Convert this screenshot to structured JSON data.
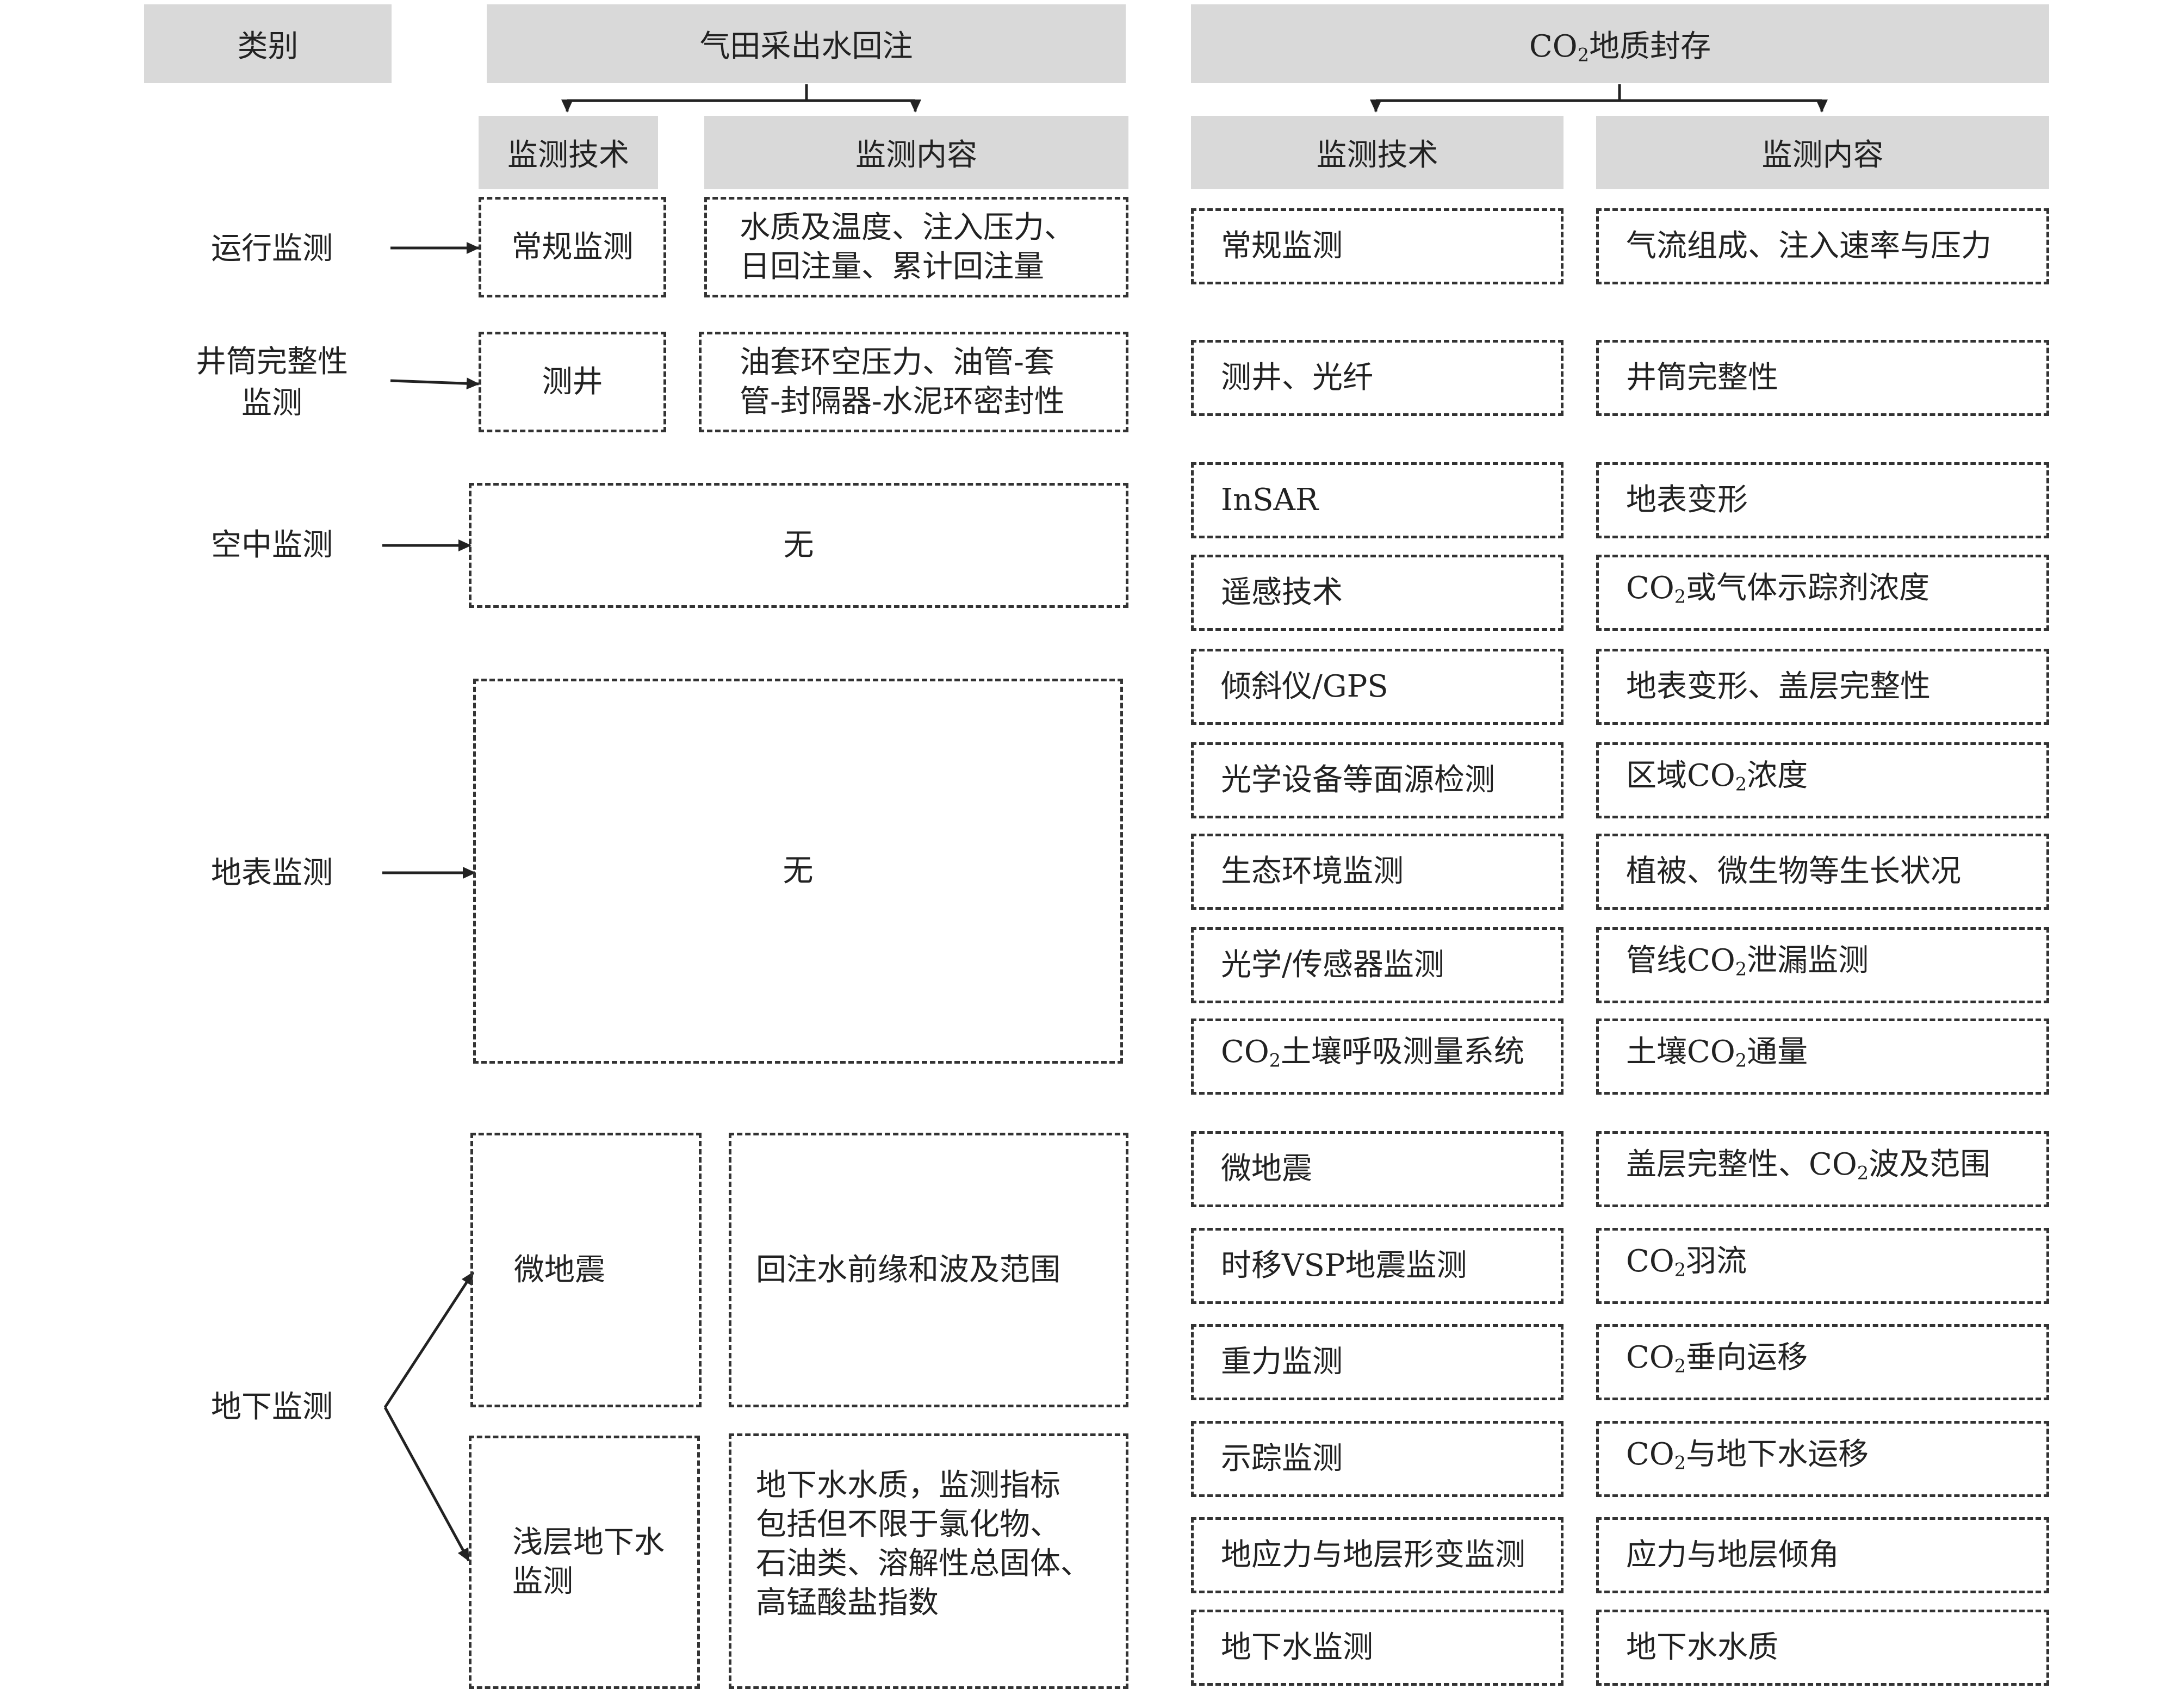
{
  "header": {
    "category": "类别",
    "gas_field": "气田采出水回注",
    "co2_storage_prefix": "CO",
    "co2_storage_sub": "2",
    "co2_storage_suffix": "地质封存"
  },
  "subheaders": {
    "gas_tech": "监测技术",
    "gas_content": "监测内容",
    "co2_tech": "监测技术",
    "co2_content": "监测内容"
  },
  "categories": {
    "operation": "运行监测",
    "wellbore_line1": "井筒完整性",
    "wellbore_line2": "监测",
    "aerial": "空中监测",
    "surface": "地表监测",
    "underground": "地下监测"
  },
  "gas_field": {
    "operation_tech": "常规监测",
    "operation_content_line1": "水质及温度、注入压力、",
    "operation_content_line2": "日回注量、累计回注量",
    "wellbore_tech": "测井",
    "wellbore_content_line1": "油套环空压力、油管-套",
    "wellbore_content_line2": "管-封隔器-水泥环密封性",
    "aerial": "无",
    "surface": "无",
    "micro_tech": "微地震",
    "micro_content": "回注水前缘和波及范围",
    "shallow_tech_line1": "浅层地下水",
    "shallow_tech_line2": "监测",
    "shallow_content_line1": "地下水水质，监测指标",
    "shallow_content_line2": "包括但不限于氯化物、",
    "shallow_content_line3": "石油类、溶解性总固体、",
    "shallow_content_line4": "高锰酸盐指数"
  },
  "co2": {
    "rows": [
      {
        "tech": "常规监测",
        "content": "气流组成、注入速率与压力"
      },
      {
        "tech": "测井、光纤",
        "content": "井筒完整性"
      },
      {
        "tech": "InSAR",
        "content": "地表变形"
      },
      {
        "tech": "遥感技术",
        "content_pre": "CO",
        "content_sub": "2",
        "content_post": "或气体示踪剂浓度"
      },
      {
        "tech": "倾斜仪/GPS",
        "content": "地表变形、盖层完整性"
      },
      {
        "tech": "光学设备等面源检测",
        "content_pre": "区域CO",
        "content_sub": "2",
        "content_post": "浓度"
      },
      {
        "tech": "生态环境监测",
        "content": "植被、微生物等生长状况"
      },
      {
        "tech": "光学/传感器监测",
        "content_pre": "管线CO",
        "content_sub": "2",
        "content_post": "泄漏监测"
      },
      {
        "tech_pre": "CO",
        "tech_sub": "2",
        "tech_post": "土壤呼吸测量系统",
        "content_pre": "土壤CO",
        "content_sub": "2",
        "content_post": "通量"
      },
      {
        "tech": "微地震",
        "content_pre": "盖层完整性、CO",
        "content_sub": "2",
        "content_post": "波及范围"
      },
      {
        "tech": "时移VSP地震监测",
        "content_pre": "CO",
        "content_sub": "2",
        "content_post": "羽流"
      },
      {
        "tech": "重力监测",
        "content_pre": "CO",
        "content_sub": "2",
        "content_post": "垂向运移"
      },
      {
        "tech": "示踪监测",
        "content_pre": "CO",
        "content_sub": "2",
        "content_post": "与地下水运移"
      },
      {
        "tech": "地应力与地层形变监测",
        "content": "应力与地层倾角"
      },
      {
        "tech": "地下水监测",
        "content": "地下水水质"
      }
    ]
  }
}
